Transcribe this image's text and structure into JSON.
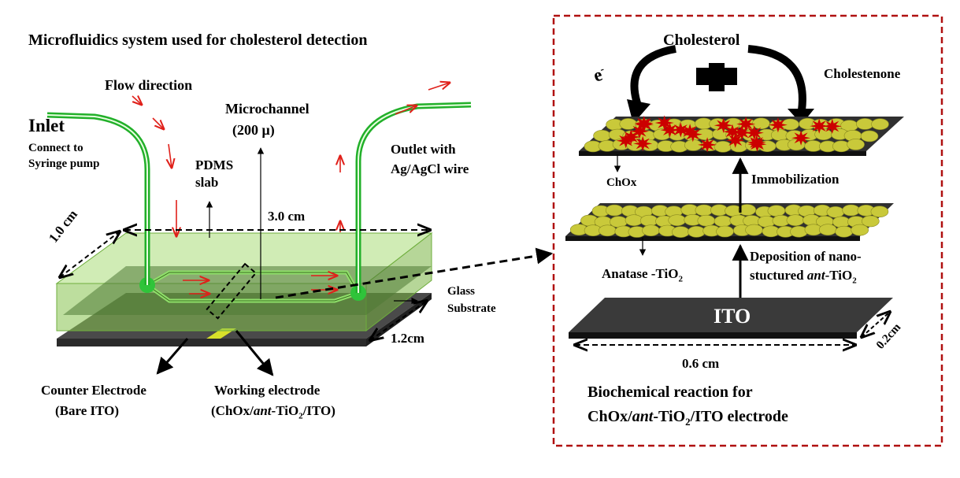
{
  "left_panel": {
    "title": "Microfluidics system  used  for cholesterol detection",
    "flow_direction": "Flow direction",
    "inlet": "Inlet",
    "inlet_sub1": "Connect to",
    "inlet_sub2": "Syringe pump",
    "microchannel": "Microchannel",
    "microchannel_size": "(200 μ)",
    "outlet1": "Outlet with",
    "outlet2": "Ag/AgCl wire",
    "pdms1": "PDMS",
    "pdms2": "slab",
    "length": "3.0 cm",
    "depth": "1.0 cm",
    "width": "1.2cm",
    "glass1": "Glass",
    "glass2": "Substrate",
    "counter1": "Counter Electrode",
    "counter2": "(Bare ITO)",
    "working1": "Working electrode",
    "working2_a": "(ChOx/",
    "working2_b": "ant",
    "working2_c": "-TiO",
    "working2_d": "2",
    "working2_e": "/ITO)"
  },
  "right_panel": {
    "cholesterol": "Cholesterol",
    "cholestenone": "Cholestenone",
    "electron": "e",
    "electron_sup": "-",
    "chox": "ChOx",
    "immobilization": "Immobilization",
    "anatase_a": "Anatase -TiO",
    "anatase_sub": "2",
    "deposition1": "Deposition of nano-",
    "deposition2_a": "stuctured ",
    "deposition2_b": "ant",
    "deposition2_c": "-TiO",
    "deposition2_d": "2",
    "ito": "ITO",
    "ito_width": "0.6 cm",
    "ito_depth": "0.2cm",
    "caption1": "Biochemical reaction  for",
    "caption2_a": "ChOx/",
    "caption2_b": "ant",
    "caption2_c": "-TiO",
    "caption2_d": "2",
    "caption2_e": "/ITO  electrode"
  },
  "colors": {
    "pdms_green": "#9bd36a",
    "tube_green": "#22b02a",
    "arrow_red": "#e0201a",
    "plate_dark": "#2e2e2e",
    "particle_yellow": "#c9c93a",
    "enzyme_red": "#cc0000",
    "frame_red": "#b01010"
  }
}
